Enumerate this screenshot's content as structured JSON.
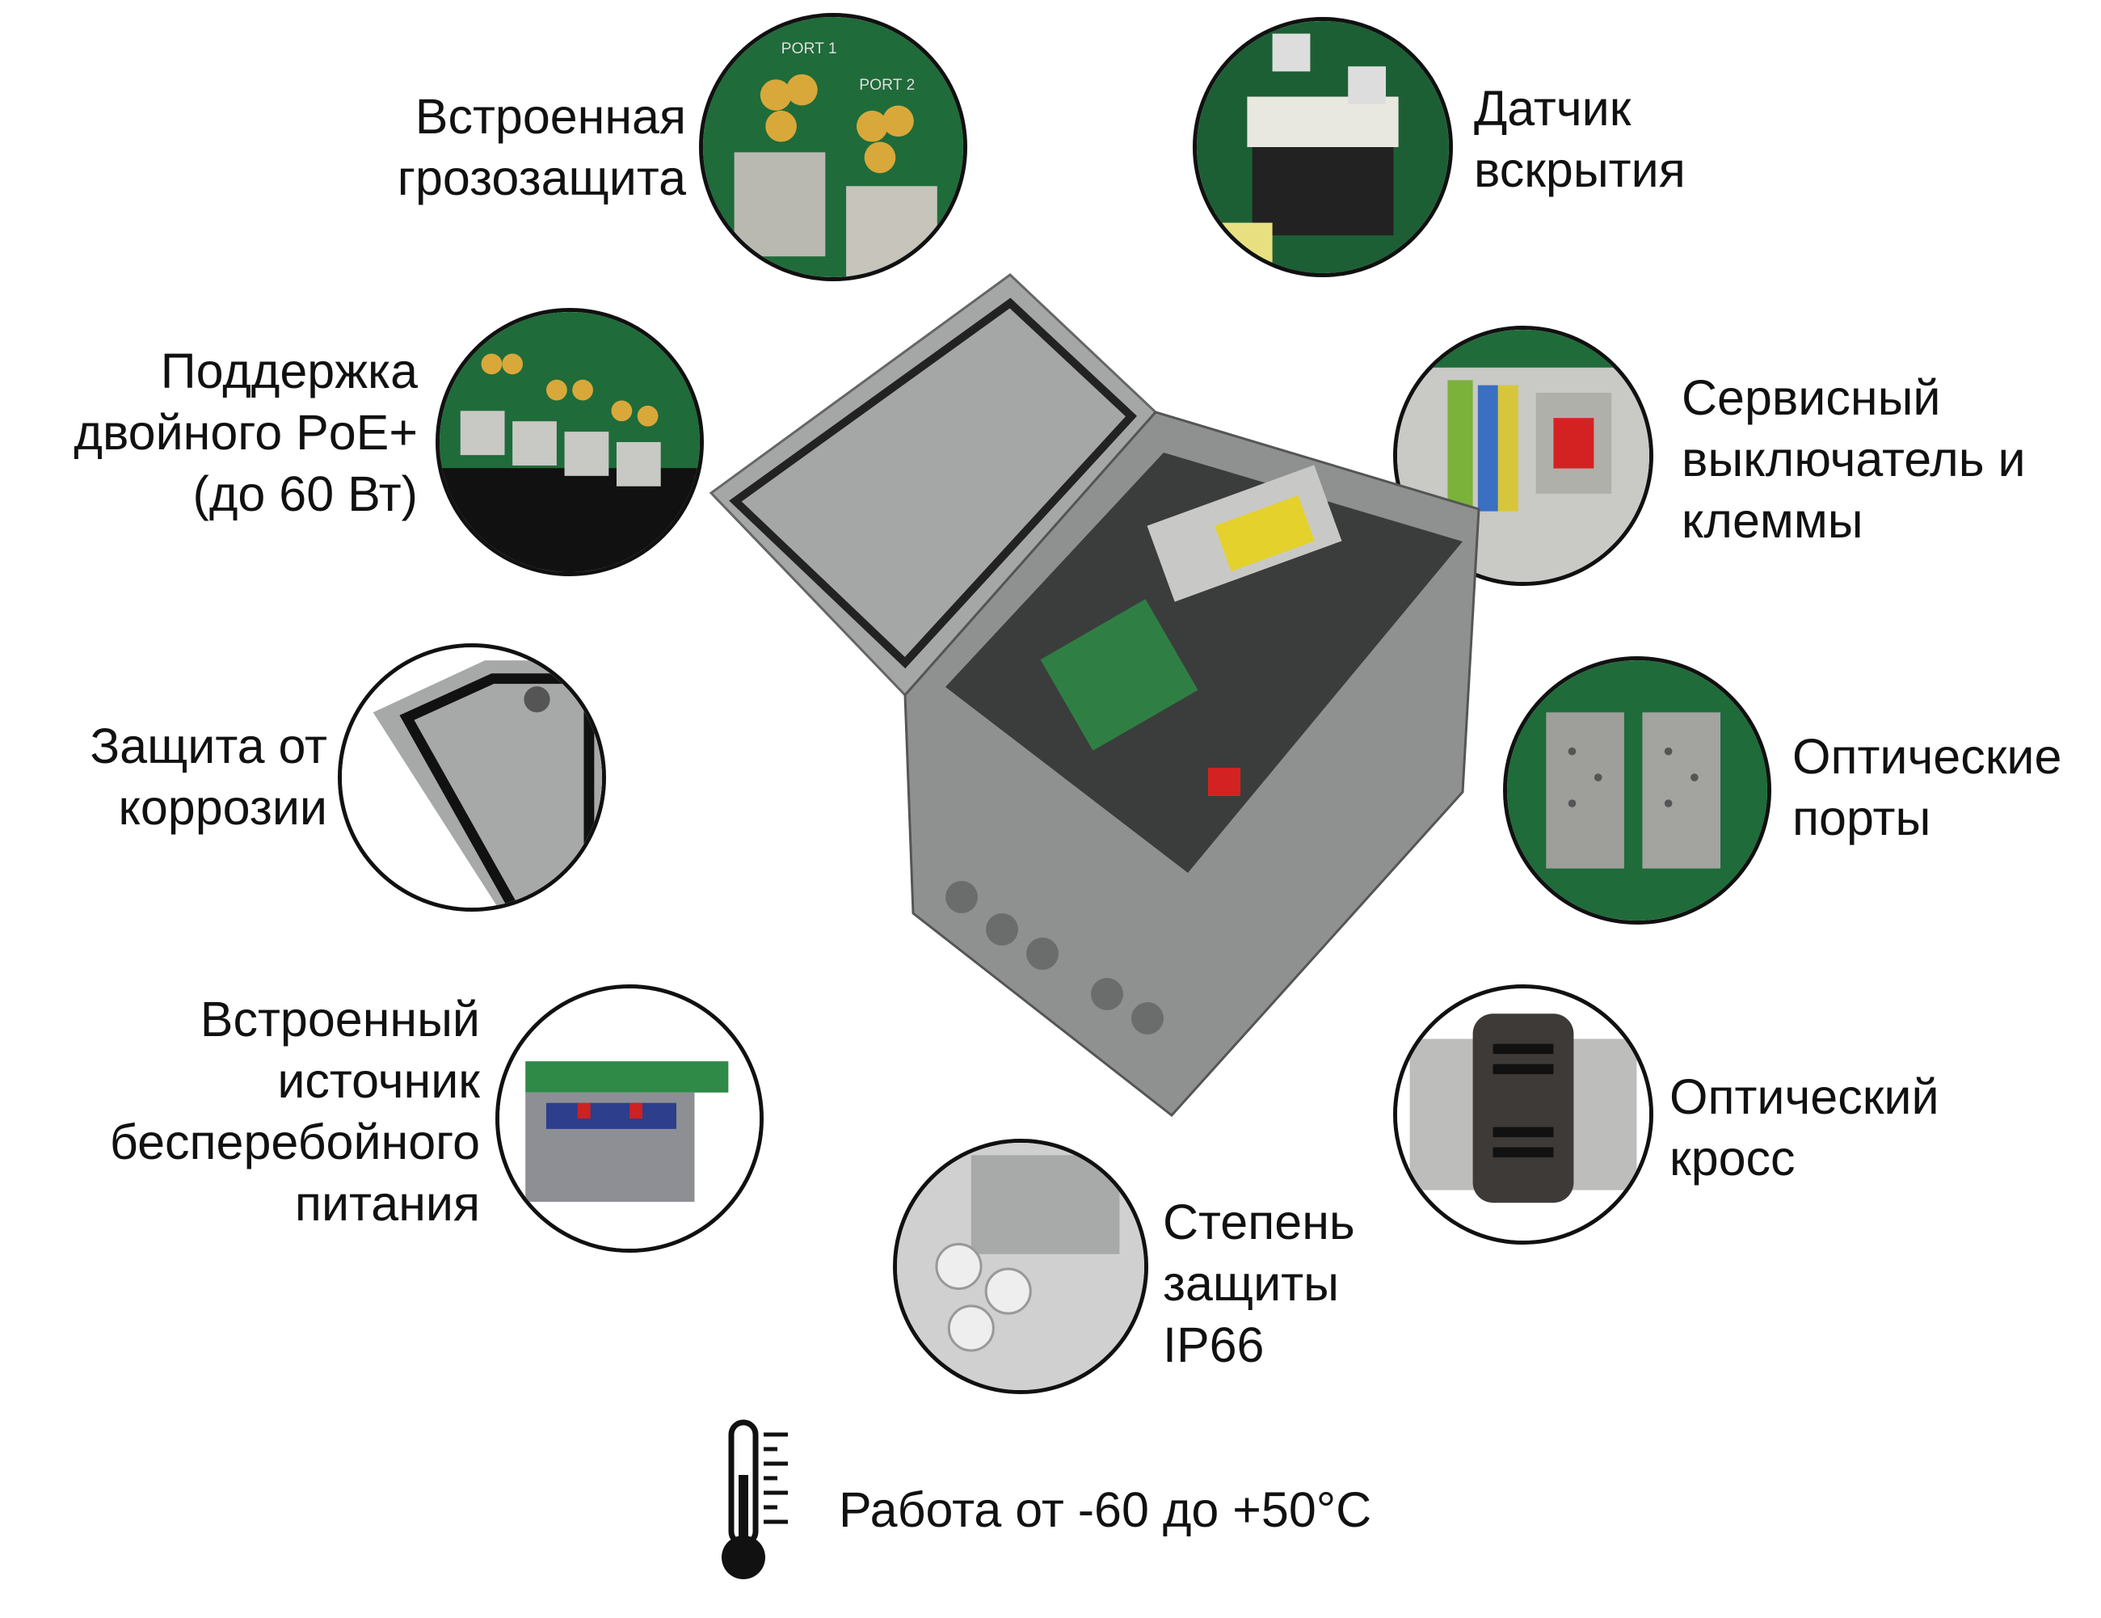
{
  "features": [
    {
      "id": "lightning",
      "lines": [
        "Встроенная",
        "грозозащита"
      ]
    },
    {
      "id": "tamper",
      "lines": [
        "Датчик",
        "вскрытия"
      ]
    },
    {
      "id": "poe",
      "lines": [
        "Поддержка",
        "двойного PoE+",
        "(до 60 Вт)"
      ]
    },
    {
      "id": "switch",
      "lines": [
        "Сервисный",
        "выключатель и",
        "клеммы"
      ]
    },
    {
      "id": "corrosion",
      "lines": [
        "Защита от",
        "коррозии"
      ]
    },
    {
      "id": "optical-ports",
      "lines": [
        "Оптические",
        "порты"
      ]
    },
    {
      "id": "ups",
      "lines": [
        "Встроенный",
        "источник",
        "бесперебойного",
        "питания"
      ]
    },
    {
      "id": "optical-cross",
      "lines": [
        "Оптический",
        "кросс"
      ]
    },
    {
      "id": "ip66",
      "lines": [
        "Степень",
        "защиты",
        "IP66"
      ]
    }
  ],
  "temperature": {
    "text": "Работа от -60 до +50°C",
    "icon": "thermometer-icon"
  },
  "pcb_labels": {
    "port1": "PORT 1",
    "port2": "PORT 2"
  },
  "colors": {
    "pcb": "#1f6b3a",
    "enclosure": "#9a9c9b",
    "outline": "#111111",
    "capacitor": "#d9a83a"
  }
}
